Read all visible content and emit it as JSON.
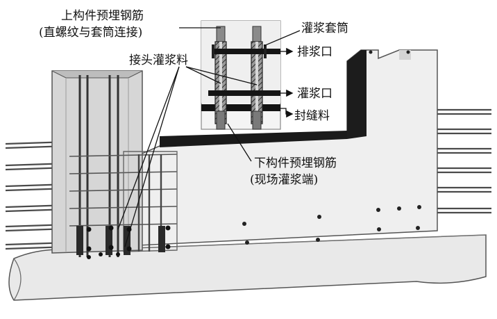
{
  "labels": {
    "upper_bar_line1": "上构件预埋钢筋",
    "upper_bar_line2": "(直螺纹与套筒连接)",
    "joint_grout": "接头灌浆料",
    "sleeve": "灌浆套筒",
    "outlet": "排浆口",
    "inlet": "灌浆口",
    "seal": "封缝料",
    "lower_bar_line1": "下构件预埋钢筋",
    "lower_bar_line2": "(现场灌浆端)"
  },
  "colors": {
    "concrete": "#ececec",
    "concrete_shade": "#c9c9c9",
    "dark_band": "#1a1a1a",
    "rebar": "#4a4a4a",
    "text": "#111111"
  }
}
